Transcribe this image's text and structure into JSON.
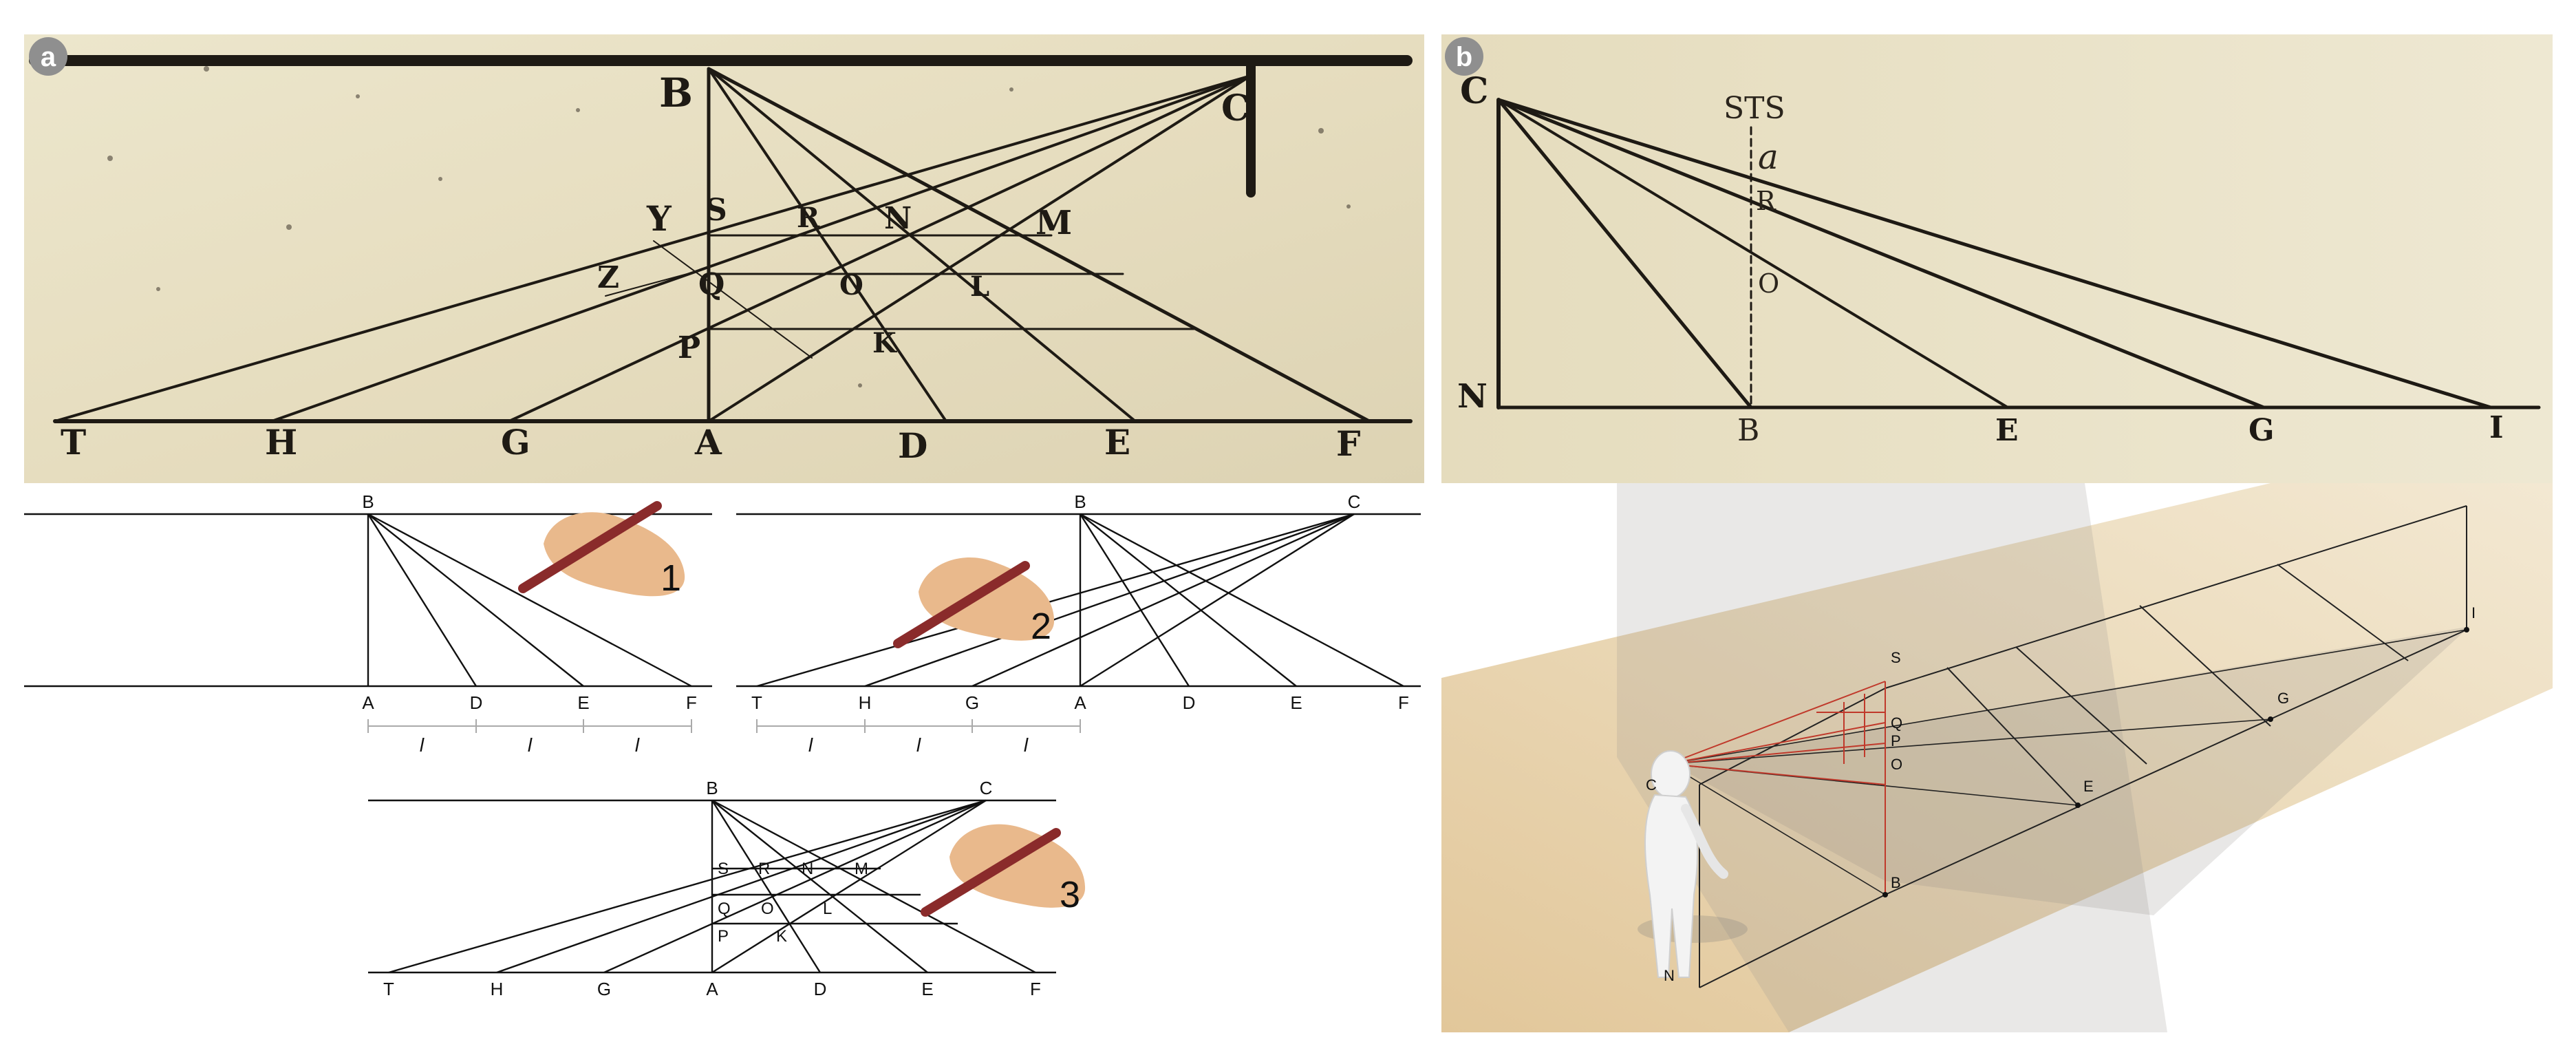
{
  "panel_a": {
    "badge": "a",
    "engraving_labels": {
      "B": "B",
      "C": "C",
      "S": "S",
      "R": "R",
      "N": "N",
      "M": "M",
      "Y": "Y",
      "Z": "Z",
      "Q": "Q",
      "O": "O",
      "L": "L",
      "P": "P",
      "K": "K",
      "T": "T",
      "H": "H",
      "G": "G",
      "A": "A",
      "D": "D",
      "E": "E",
      "F": "F"
    },
    "step1": {
      "number": "1",
      "top_labels": [
        "B"
      ],
      "bottom_labels": [
        "A",
        "D",
        "E",
        "F"
      ],
      "segment_marks": [
        "l",
        "l",
        "l"
      ]
    },
    "step2": {
      "number": "2",
      "top_labels": [
        "B",
        "C"
      ],
      "bottom_labels": [
        "T",
        "H",
        "G",
        "A",
        "D",
        "E",
        "F"
      ],
      "segment_marks": [
        "l",
        "l",
        "l"
      ]
    },
    "step3": {
      "number": "3",
      "top_labels": [
        "B",
        "C"
      ],
      "grid_labels": [
        "S",
        "R",
        "N",
        "M",
        "Q",
        "O",
        "L",
        "P",
        "K"
      ],
      "bottom_labels": [
        "T",
        "H",
        "G",
        "A",
        "D",
        "E",
        "F"
      ]
    }
  },
  "panel_b": {
    "badge": "b",
    "engraving_labels": {
      "C": "C",
      "STS": "STS",
      "a": "a",
      "R": "R",
      "O": "O",
      "N": "N",
      "B": "B",
      "E": "E",
      "G": "G",
      "I": "I"
    },
    "scene_labels": {
      "S": "S",
      "Q": "Q",
      "P": "P",
      "O": "O",
      "C": "C",
      "B": "B",
      "E": "E",
      "G": "G",
      "I": "I",
      "N": "N"
    }
  },
  "colors": {
    "paper": "#e9e1c5",
    "ink": "#1e1a14",
    "hand": "#e9b98c",
    "pencil": "#8a2b2b",
    "badge": "#8f8f8f",
    "red_lines": "#c0392b"
  }
}
